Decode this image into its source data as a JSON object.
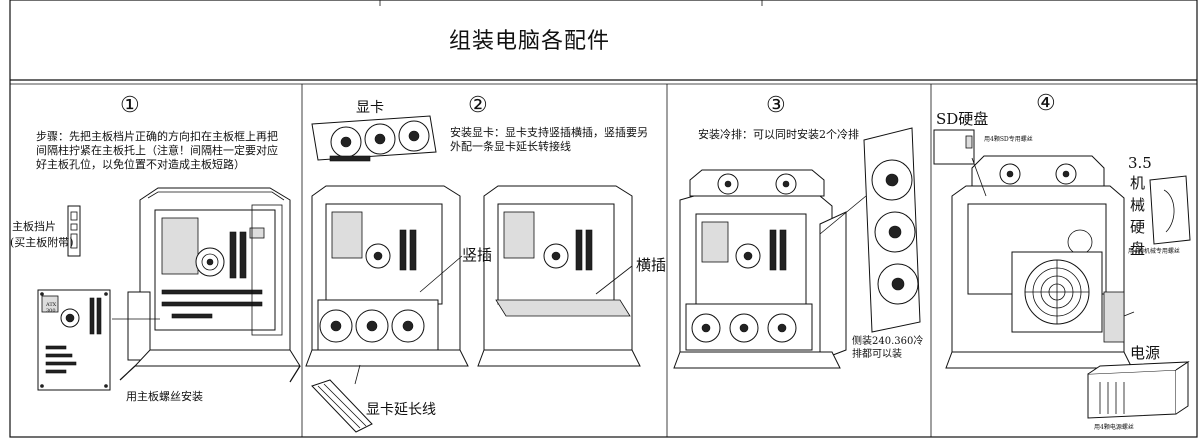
{
  "title": "组装电脑各配件",
  "panels": [
    {
      "number": "①",
      "step_text": "步骤：先把主板档片正确的方向扣在主板框上再把间隔柱拧紧在主板托上（注意！间隔柱一定要对应好主板孔位，以免位置不对造成主板短路）",
      "io_shield_label_1": "主板挡片",
      "io_shield_label_2": "(买主板附带)",
      "motherboard_marking": "ATX 300",
      "screw_label": "用主板螺丝安装"
    },
    {
      "number": "②",
      "gpu_label": "显卡",
      "install_text": "安装显卡：显卡支持竖插横插，竖插要另外配一条显卡延长转接线",
      "vertical_label": "竖插",
      "horizontal_label": "横插",
      "riser_label": "显卡延长线"
    },
    {
      "number": "③",
      "install_text": "安装冷排：可以同时安装2个冷排",
      "side_note": "侧装240.360冷排都可以装"
    },
    {
      "number": "④",
      "ssd_label": "SD硬盘",
      "ssd_screw_note": "用4颗SD专用螺丝",
      "hdd_size": "3.5",
      "hdd_label": "机械硬盘",
      "hdd_screw_note": "用4颗机械专用螺丝",
      "psu_label": "电源",
      "psu_screw_note": "用4颗电源螺丝"
    }
  ]
}
